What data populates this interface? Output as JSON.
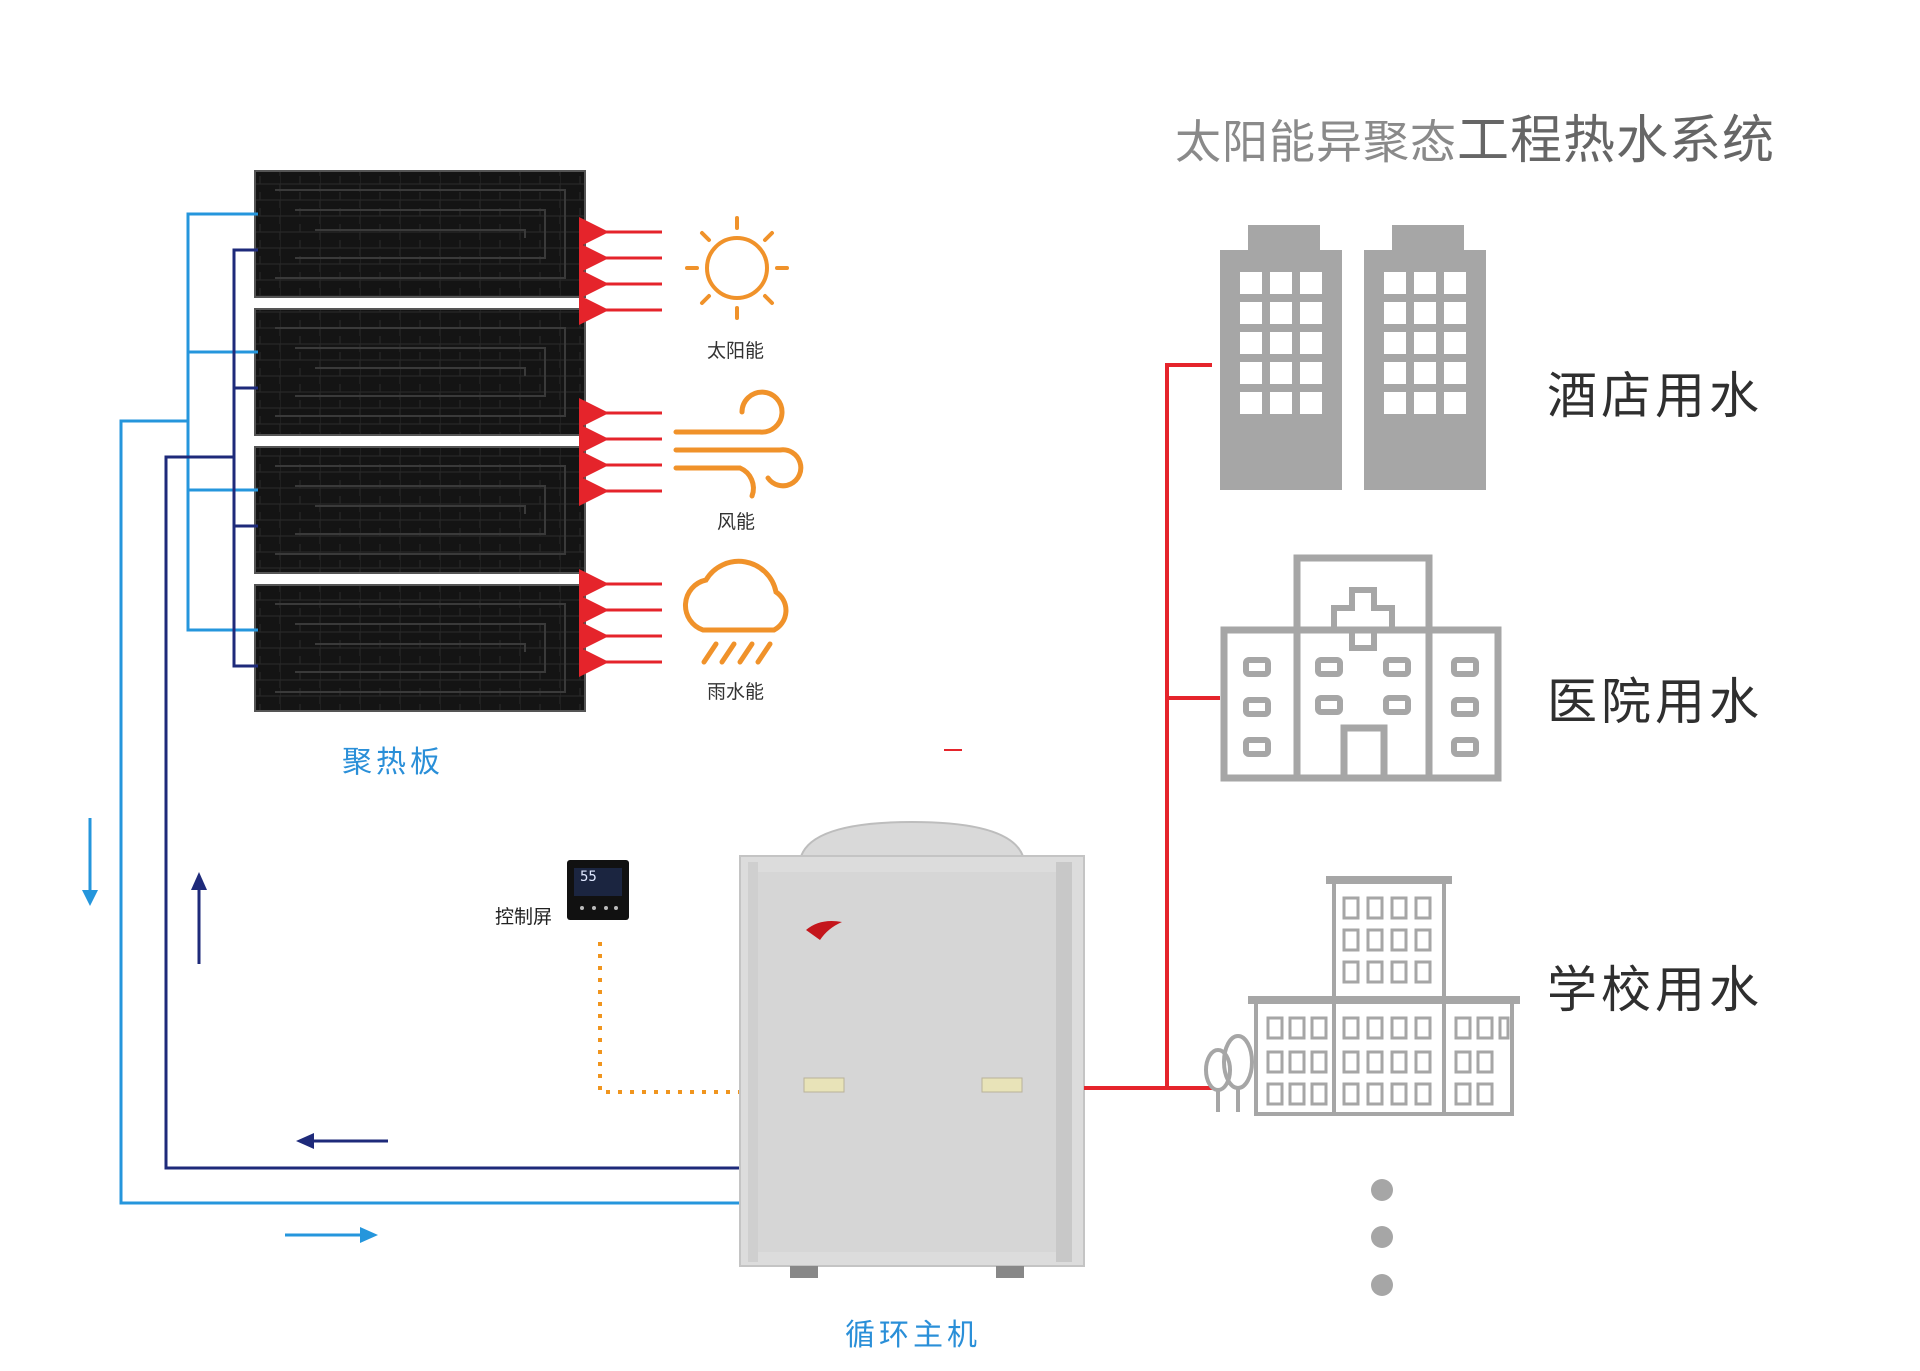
{
  "title": {
    "part1": "太阳能异聚态",
    "part2": "工程热水系统"
  },
  "energy_sources": [
    {
      "label": "太阳能",
      "icon": "sun-icon"
    },
    {
      "label": "风能",
      "icon": "wind-icon"
    },
    {
      "label": "雨水能",
      "icon": "rain-cloud-icon"
    }
  ],
  "collector_label": "聚热板",
  "controller_label": "控制屏",
  "controller_display": "55",
  "unit_label": "循环主机",
  "uses": [
    {
      "label": "酒店用水",
      "icon": "hotel-building-icon"
    },
    {
      "label": "医院用水",
      "icon": "hospital-building-icon"
    },
    {
      "label": "学校用水",
      "icon": "school-building-icon"
    }
  ],
  "colors": {
    "hot_pipe": "#e5242b",
    "cold_supply": "#2596dc",
    "return_pipe": "#1e2a7a",
    "control_wire": "#f0951e",
    "energy_icon": "#f0922a",
    "building_gray": "#a6a6a6"
  }
}
